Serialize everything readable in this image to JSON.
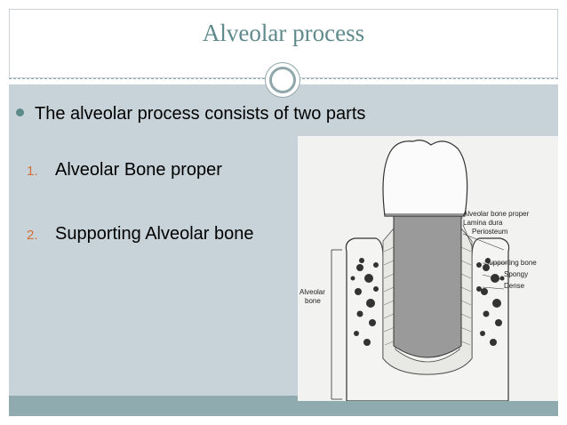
{
  "title": "Alveolar process",
  "bullet": "The alveolar process consists of two parts",
  "items": [
    {
      "number": "1.",
      "text": "Alveolar Bone proper"
    },
    {
      "number": "2.",
      "text": "Supporting Alveolar bone"
    }
  ],
  "figure": {
    "labels": {
      "alveolar_bone_proper": "Alveolar bone proper",
      "lamina_dura": "Lamina dura",
      "periosteum": "Periosteum",
      "supporting_bone": "Supporting bone",
      "spongy": "Spongy",
      "dense": "Dense",
      "alveolar_bone_line1": "Alveolar",
      "alveolar_bone_line2": "bone"
    }
  },
  "colors": {
    "title": "#5f8a8b",
    "content_bg": "#c7d3d8",
    "bottom_bar": "#8fabaf",
    "number": "#d07034"
  }
}
